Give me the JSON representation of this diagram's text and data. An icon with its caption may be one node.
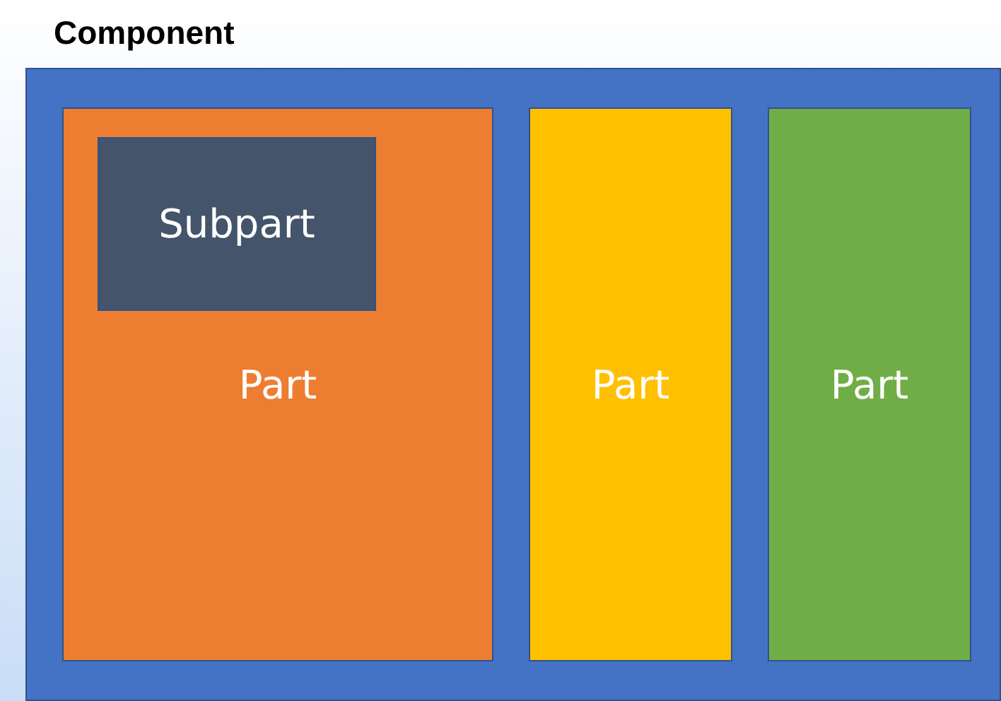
{
  "diagram": {
    "nodes": [
      {
        "text": [
          "Component"
        ]
      },
      {
        "text": [
          "Part"
        ],
        "in": 0
      },
      {
        "text": [
          "Subpart"
        ],
        "in": 1
      },
      {
        "text": [
          "Part"
        ],
        "in": 0
      },
      {
        "text": [
          "Part"
        ],
        "in": 0
      }
    ]
  }
}
